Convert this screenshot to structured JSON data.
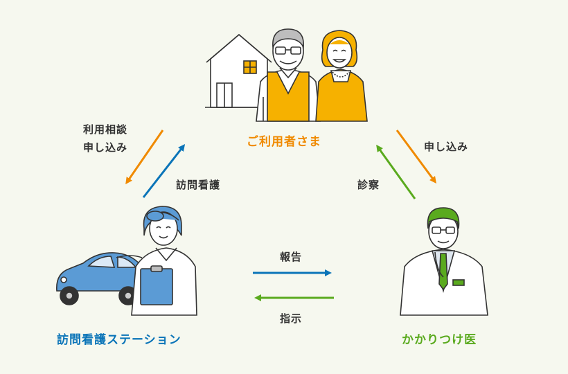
{
  "nodes": {
    "user": {
      "title": "ご利用者さま",
      "color": "#f08a00"
    },
    "station": {
      "title": "訪問看護ステーション",
      "color": "#0a74b8"
    },
    "doctor": {
      "title": "かかりつけ医",
      "color": "#5aaa1e"
    }
  },
  "edges": {
    "consult_line1": "利用相談",
    "consult_line2": "申し込み",
    "visit_nursing": "訪問看護",
    "apply": "申し込み",
    "examination": "診察",
    "report": "報告",
    "instruction": "指示"
  },
  "colors": {
    "orange": "#f08a00",
    "blue": "#0a74b8",
    "green": "#5aaa1e",
    "background": "#f6f8ef"
  }
}
